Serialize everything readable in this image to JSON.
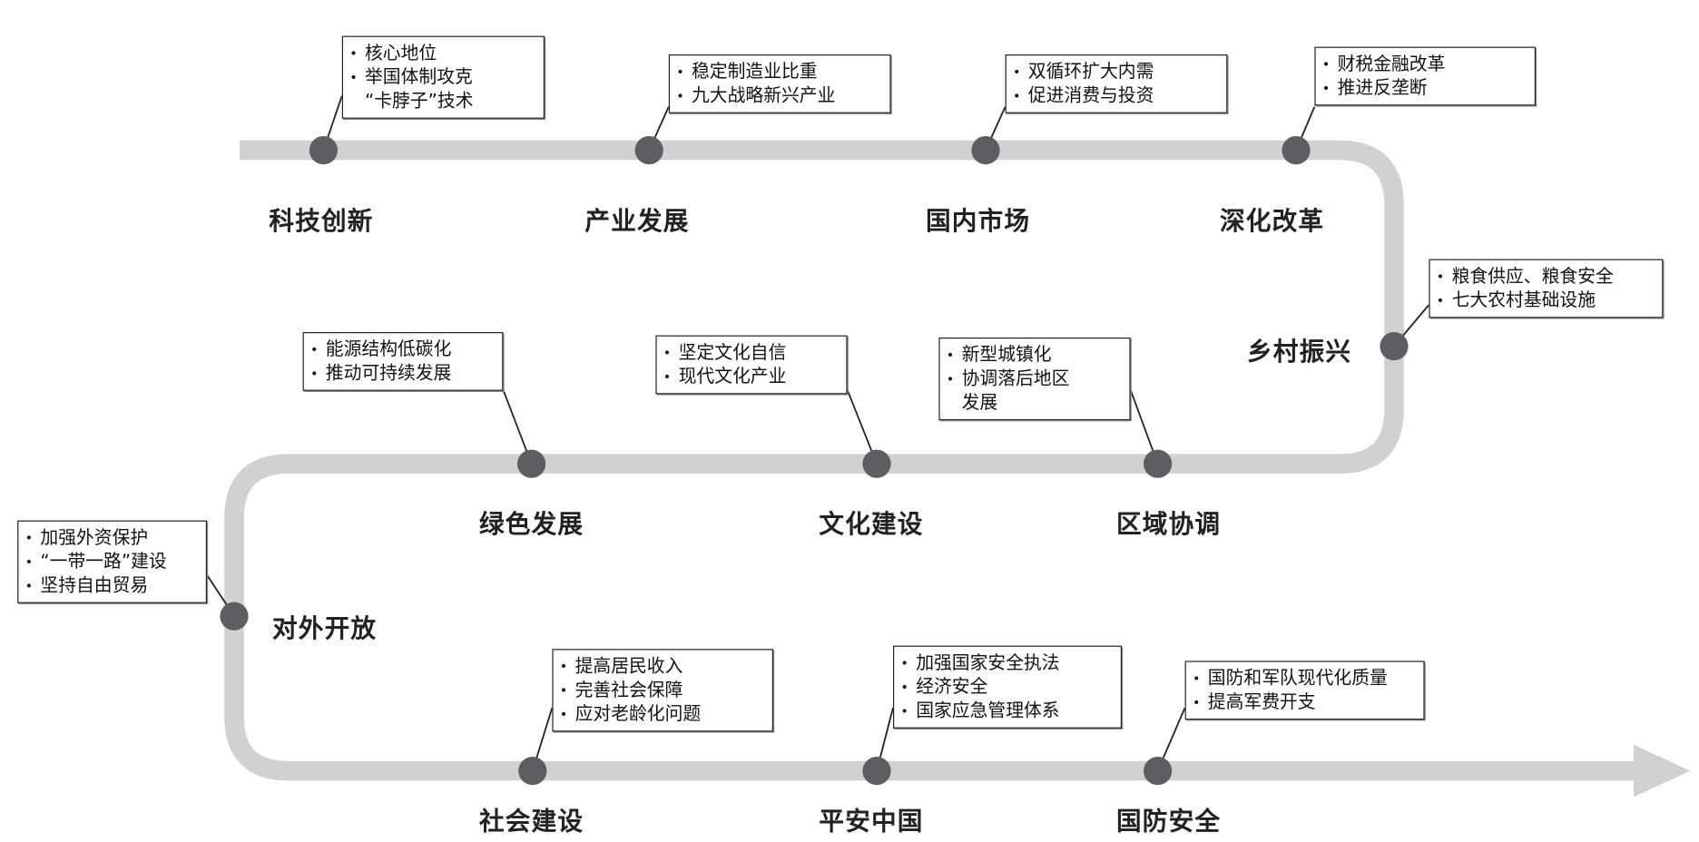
{
  "colors": {
    "track": "#d0d1d3",
    "dot": "#5d5e61",
    "line": "#222222"
  },
  "nodes": [
    {
      "label": "科技创新",
      "bullets": [
        [
          "核心地位"
        ],
        [
          "举国体制攻克",
          "“卡脖子”技术"
        ]
      ]
    },
    {
      "label": "产业发展",
      "bullets": [
        [
          "稳定制造业比重"
        ],
        [
          "九大战略新兴产业"
        ]
      ]
    },
    {
      "label": "国内市场",
      "bullets": [
        [
          "双循环扩大内需"
        ],
        [
          "促进消费与投资"
        ]
      ]
    },
    {
      "label": "深化改革",
      "bullets": [
        [
          "财税金融改革"
        ],
        [
          "推进反垄断"
        ]
      ]
    },
    {
      "label": "乡村振兴",
      "bullets": [
        [
          "粮食供应、粮食安全"
        ],
        [
          "七大农村基础设施"
        ]
      ]
    },
    {
      "label": "绿色发展",
      "bullets": [
        [
          "能源结构低碳化"
        ],
        [
          "推动可持续发展"
        ]
      ]
    },
    {
      "label": "文化建设",
      "bullets": [
        [
          "坚定文化自信"
        ],
        [
          "现代文化产业"
        ]
      ]
    },
    {
      "label": "区域协调",
      "bullets": [
        [
          "新型城镇化"
        ],
        [
          "协调落后地区",
          "发展"
        ]
      ]
    },
    {
      "label": "对外开放",
      "bullets": [
        [
          "加强外资保护"
        ],
        [
          "“一带一路”建设"
        ],
        [
          "坚持自由贸易"
        ]
      ]
    },
    {
      "label": "社会建设",
      "bullets": [
        [
          "提高居民收入"
        ],
        [
          "完善社会保障"
        ],
        [
          "应对老龄化问题"
        ]
      ]
    },
    {
      "label": "平安中国",
      "bullets": [
        [
          "加强国家安全执法"
        ],
        [
          "经济安全"
        ],
        [
          "国家应急管理体系"
        ]
      ]
    },
    {
      "label": "国防安全",
      "bullets": [
        [
          "国防和军队现代化质量"
        ],
        [
          "提高军费开支"
        ]
      ]
    }
  ]
}
